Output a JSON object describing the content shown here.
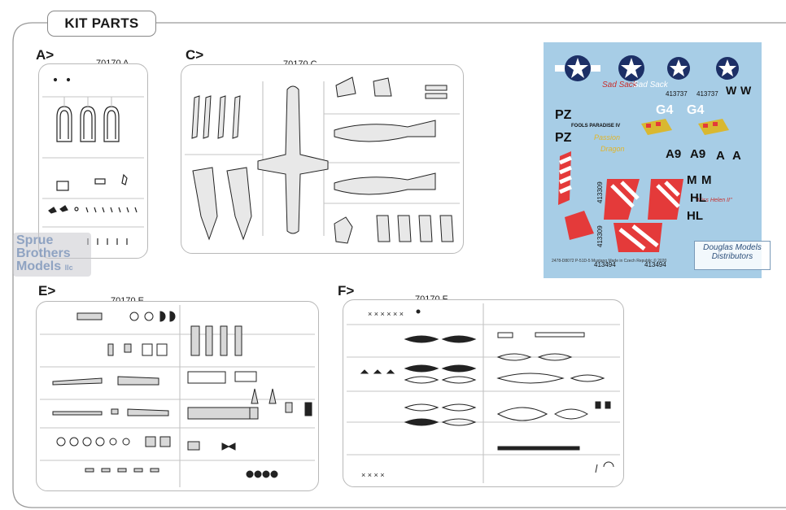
{
  "header": {
    "title": "KIT PARTS"
  },
  "sections": {
    "a": {
      "label": "A>",
      "code": "70170 A"
    },
    "c": {
      "label": "C>",
      "code": "70170 C"
    },
    "e": {
      "label": "E>",
      "code": "70170 E"
    },
    "f": {
      "label": "F>",
      "code": "70170 F"
    }
  },
  "watermark": {
    "line1": "Sprue",
    "line2": "Brothers",
    "line3": "Models",
    "suffix": "llc"
  },
  "decal": {
    "codes": [
      "PZ",
      "PZ",
      "A9",
      "A9",
      "A",
      "A",
      "W",
      "W",
      "G4",
      "G4",
      "M",
      "M",
      "HL",
      "HL",
      "FOOLS PARADISE IV"
    ],
    "serials": [
      "413737",
      "413737",
      "413309",
      "413309",
      "413494",
      "413494"
    ],
    "footer": "2478-D8072  P-51D-5 Mustang\nMade in Czech Republic  © 2020",
    "badge": "Douglas Models Distributors"
  }
}
